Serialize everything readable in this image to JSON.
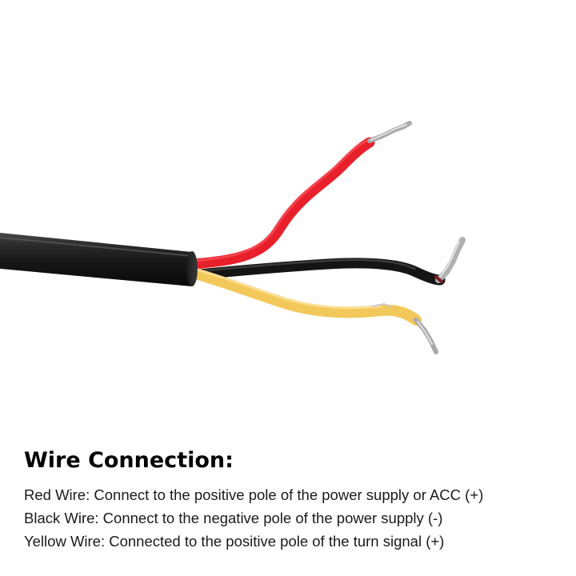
{
  "caption": {
    "title": "Wire Connection:",
    "lines": [
      "Red Wire: Connect to the positive pole of the power supply or ACC (+)",
      "Black Wire: Connect to the negative pole of the power supply (-)",
      "Yellow Wire: Connected to the positive pole of the turn signal (+)"
    ]
  },
  "colors": {
    "background": "#ffffff",
    "sheath": "#1b1b1b",
    "red_wire": "#e8202c",
    "black_wire": "#151515",
    "yellow_wire": "#f2c85a",
    "copper_strands": "#b8b8b8",
    "text": "#000000"
  }
}
